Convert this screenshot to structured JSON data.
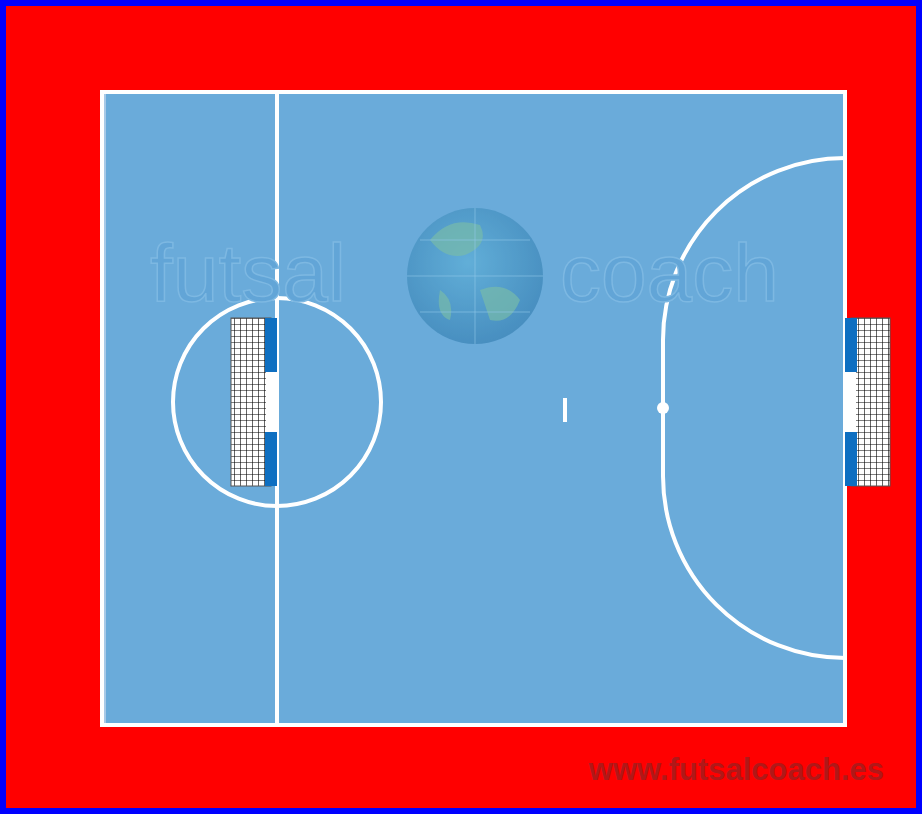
{
  "diagram": {
    "labels": [
      "futsal",
      "coach",
      "www.futsalcoach.es"
    ]
  }
}
